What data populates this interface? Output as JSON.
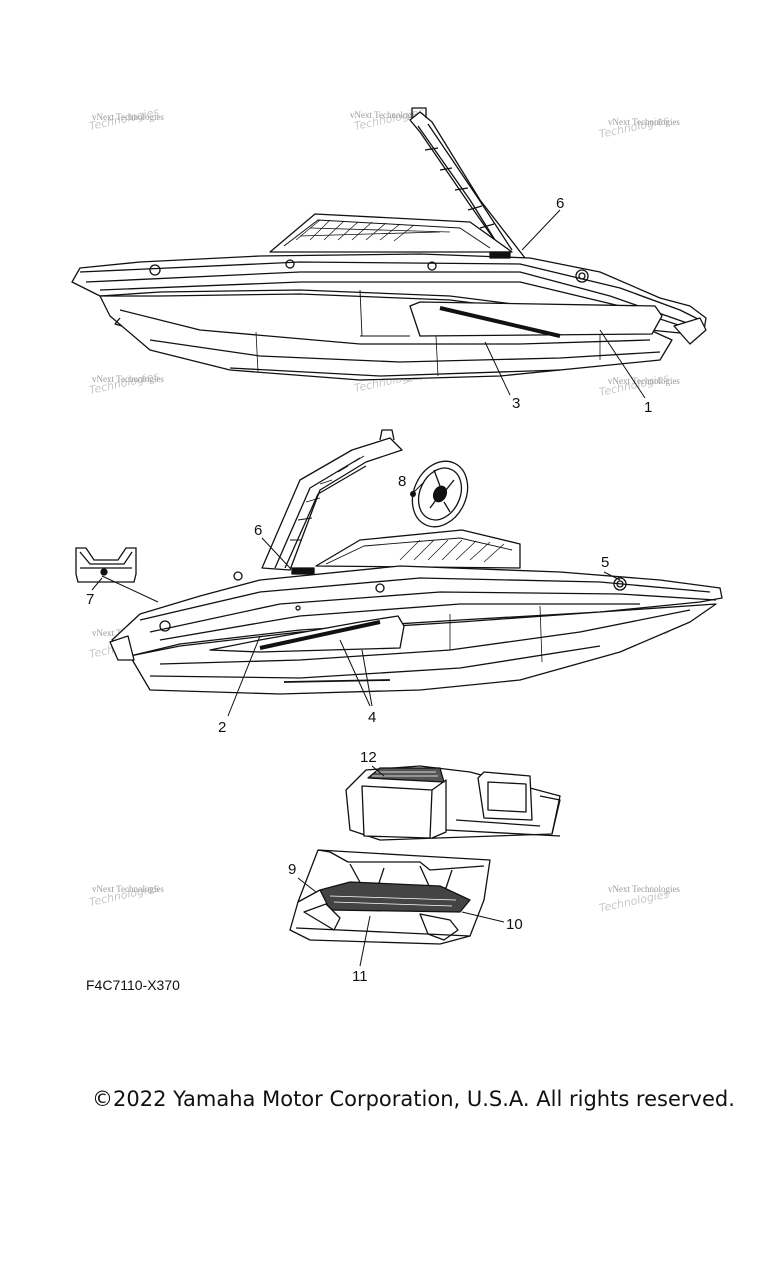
{
  "callouts": {
    "c1": "1",
    "c2": "2",
    "c3": "3",
    "c4": "4",
    "c5": "5",
    "c6a": "6",
    "c6b": "6",
    "c7": "7",
    "c8": "8",
    "c9": "9",
    "c10": "10",
    "c11": "11",
    "c12": "12"
  },
  "watermark": {
    "line1": "vNext Technologies"
  },
  "part_code": "F4C7110-X370",
  "copyright": "©2022 Yamaha Motor Corporation, U.S.A. All rights reserved."
}
